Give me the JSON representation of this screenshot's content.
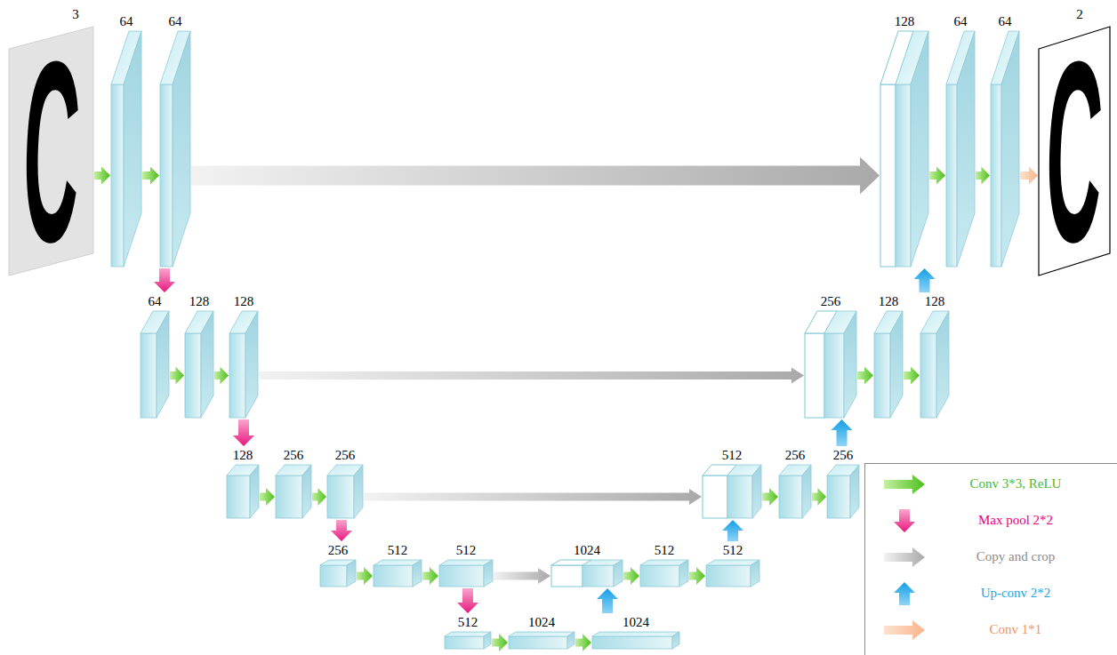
{
  "diagram": {
    "nodes": [
      {
        "text": [
          "3",
          "C"
        ]
      },
      {
        "text": [
          "64"
        ]
      },
      {
        "text": [
          "64"
        ]
      },
      {
        "text": [
          "64"
        ]
      },
      {
        "text": [
          "128"
        ]
      },
      {
        "text": [
          "128"
        ]
      },
      {
        "text": [
          "128"
        ]
      },
      {
        "text": [
          "256"
        ]
      },
      {
        "text": [
          "256"
        ]
      },
      {
        "text": [
          "256"
        ]
      },
      {
        "text": [
          "512"
        ]
      },
      {
        "text": [
          "512"
        ]
      },
      {
        "text": [
          "512"
        ]
      },
      {
        "text": [
          "1024"
        ]
      },
      {
        "text": [
          "1024"
        ]
      },
      {
        "text": [
          "1024"
        ]
      },
      {
        "text": [
          "512"
        ]
      },
      {
        "text": [
          "512"
        ]
      },
      {
        "text": [
          "512"
        ]
      },
      {
        "text": [
          "256"
        ]
      },
      {
        "text": [
          "256"
        ]
      },
      {
        "text": [
          "256"
        ]
      },
      {
        "text": [
          "128"
        ]
      },
      {
        "text": [
          "128"
        ]
      },
      {
        "text": [
          "128"
        ]
      },
      {
        "text": [
          "64"
        ]
      },
      {
        "text": [
          "64"
        ]
      },
      {
        "text": [
          "2",
          "C"
        ]
      }
    ],
    "edges": [
      {
        "from": 0,
        "to": 1,
        "arrow": "to"
      },
      {
        "from": 1,
        "to": 2,
        "arrow": "to"
      },
      {
        "from": 3,
        "to": 4,
        "arrow": "to"
      },
      {
        "from": 4,
        "to": 5,
        "arrow": "to"
      },
      {
        "from": 6,
        "to": 7,
        "arrow": "to"
      },
      {
        "from": 7,
        "to": 8,
        "arrow": "to"
      },
      {
        "from": 9,
        "to": 10,
        "arrow": "to"
      },
      {
        "from": 10,
        "to": 11,
        "arrow": "to"
      },
      {
        "from": 12,
        "to": 13,
        "arrow": "to"
      },
      {
        "from": 13,
        "to": 14,
        "arrow": "to"
      },
      {
        "from": 15,
        "to": 16,
        "arrow": "to"
      },
      {
        "from": 16,
        "to": 17,
        "arrow": "to"
      },
      {
        "from": 18,
        "to": 19,
        "arrow": "to"
      },
      {
        "from": 19,
        "to": 20,
        "arrow": "to"
      },
      {
        "from": 21,
        "to": 22,
        "arrow": "to"
      },
      {
        "from": 22,
        "to": 23,
        "arrow": "to"
      },
      {
        "from": 24,
        "to": 25,
        "arrow": "to"
      },
      {
        "from": 25,
        "to": 26,
        "arrow": "to"
      },
      {
        "from": 2,
        "to": 3,
        "arrow": "to"
      },
      {
        "from": 5,
        "to": 6,
        "arrow": "to"
      },
      {
        "from": 8,
        "to": 9,
        "arrow": "to"
      },
      {
        "from": 11,
        "to": 12,
        "arrow": "to"
      },
      {
        "from": 2,
        "to": 24,
        "arrow": "to"
      },
      {
        "from": 5,
        "to": 21,
        "arrow": "to"
      },
      {
        "from": 8,
        "to": 18,
        "arrow": "to"
      },
      {
        "from": 11,
        "to": 15,
        "arrow": "to"
      },
      {
        "from": 14,
        "to": 15,
        "arrow": "to"
      },
      {
        "from": 17,
        "to": 18,
        "arrow": "to"
      },
      {
        "from": 20,
        "to": 21,
        "arrow": "to"
      },
      {
        "from": 23,
        "to": 24,
        "arrow": "to"
      },
      {
        "from": 26,
        "to": 27,
        "arrow": "to"
      }
    ],
    "legend": [
      {
        "text": "Conv 3*3, ReLU"
      },
      {
        "text": "Max pool 2*2"
      },
      {
        "text": "Copy and crop"
      },
      {
        "text": "Up-conv 2*2"
      },
      {
        "text": "Conv 1*1"
      }
    ]
  }
}
